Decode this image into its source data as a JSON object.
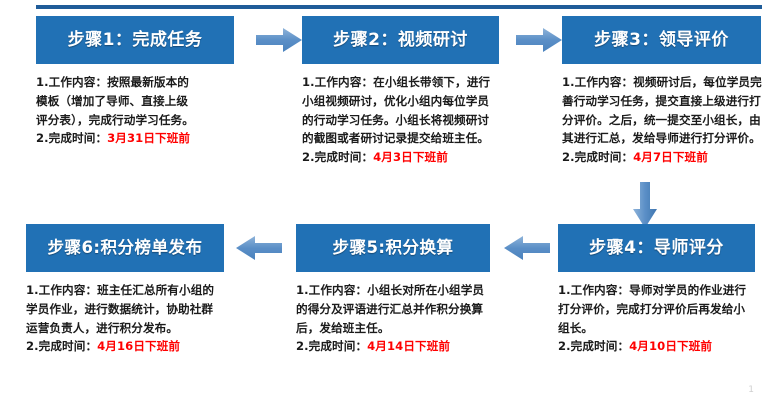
{
  "slide": {
    "page_number": "1",
    "accent_color": "#2171B5",
    "rule_color": "#1F5C99",
    "arrow_color": "#4A82BD",
    "deadline_color": "#FF0000"
  },
  "steps": [
    {
      "id": "step-1",
      "title": "步骤1：完成任务",
      "body_lines": [
        "1.工作内容：按照最新版本的",
        "模板（增加了导师、直接上级",
        "评分表），完成行动学习任务。"
      ],
      "deadline_label": "2.完成时间：",
      "deadline_value": "3月31日下班前"
    },
    {
      "id": "step-2",
      "title": "步骤2：视频研讨",
      "body_lines": [
        "1.工作内容：在小组长带领下，进行",
        "小组视频研讨，优化小组内每位学员",
        "的行动学习任务。小组长将视频研讨",
        "的截图或者研讨记录提交给班主任。"
      ],
      "deadline_label": "2.完成时间：",
      "deadline_value": "4月3日下班前"
    },
    {
      "id": "step-3",
      "title": "步骤3：领导评价",
      "body_lines": [
        "1.工作内容：视频研讨后，每位学员完",
        "善行动学习任务，提交直接上级进行打",
        "分评价。之后，统一提交至小组长，由",
        "其进行汇总，发给导师进行打分评价。"
      ],
      "deadline_label": "2.完成时间：",
      "deadline_value": "4月7日下班前"
    },
    {
      "id": "step-4",
      "title": "步骤4：导师评分",
      "body_lines": [
        "1.工作内容：导师对学员的作业进行",
        "打分评价，完成打分评价后再发给小",
        "组长。"
      ],
      "deadline_label": "2.完成时间：",
      "deadline_value": "4月10日下班前"
    },
    {
      "id": "step-5",
      "title": "步骤5:积分换算",
      "body_lines": [
        "1.工作内容：小组长对所在小组学员",
        "的得分及评语进行汇总并作积分换算",
        "后，发给班主任。"
      ],
      "deadline_label": "2.完成时间：",
      "deadline_value": "4月14日下班前"
    },
    {
      "id": "step-6",
      "title": "步骤6:积分榜单发布",
      "body_lines": [
        "1.工作内容：班主任汇总所有小组的",
        "学员作业，进行数据统计，协助社群",
        "运营负责人，进行积分发布。"
      ],
      "deadline_label": "2.完成时间：",
      "deadline_value": "4月16日下班前"
    }
  ],
  "connectors": [
    {
      "id": "arrow-step1-step2",
      "direction": "right"
    },
    {
      "id": "arrow-step2-step3",
      "direction": "right"
    },
    {
      "id": "arrow-step3-step4",
      "direction": "down"
    },
    {
      "id": "arrow-step4-step5",
      "direction": "left"
    },
    {
      "id": "arrow-step5-step6",
      "direction": "left"
    }
  ]
}
